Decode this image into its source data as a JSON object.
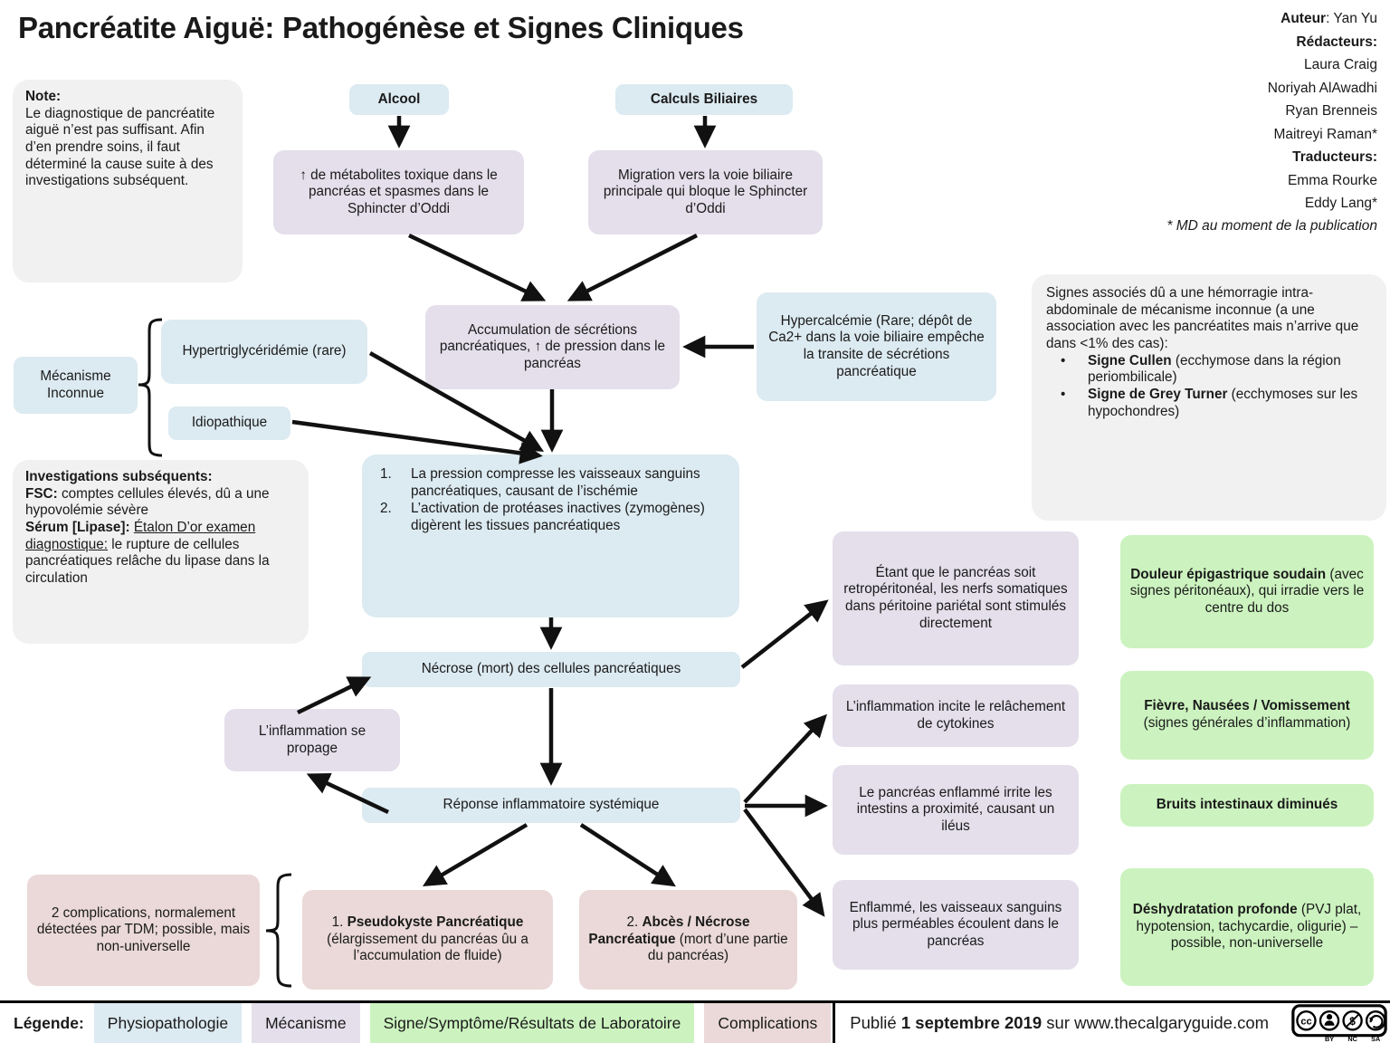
{
  "title": "Pancréatite Aiguë: Pathogénèse et Signes Cliniques",
  "credits": {
    "auteur_label": "Auteur",
    "auteur_value": ":  Yan Yu",
    "redacteurs_label": "Rédacteurs:",
    "redacteurs": [
      "Laura Craig",
      "Noriyah AlAwadhi",
      "Ryan Brenneis",
      "Maitreyi Raman*"
    ],
    "traducteurs_label": "Traducteurs:",
    "traducteurs": [
      "Emma Rourke",
      "Eddy Lang*"
    ],
    "footnote": "* MD au moment de la publication"
  },
  "note_box": {
    "title": "Note:",
    "body": "Le diagnostique de pancréatite aiguë n’est pas suffisant. Afin d’en prendre soins, il faut déterminé la cause suite à des investigations subséquent."
  },
  "etiologies": {
    "alcool": "Alcool",
    "calculs": "Calculs Biliaires",
    "metabolites": "↑ de métabolites toxique dans le pancréas et spasmes dans le Sphincter d’Oddi",
    "migration": "Migration vers la voie biliaire principale qui bloque le Sphincter d’Oddi",
    "hypercalcemie": "Hypercalcémie (Rare; dépôt de Ca2+ dans la voie biliaire empêche la transite de sécrétions pancréatique",
    "mecanisme_inconnue": "Mécanisme Inconnue",
    "hypertriglyceridemie": "Hypertriglycéridémie (rare)",
    "idiopathique": "Idiopathique"
  },
  "investigations": {
    "title": "Investigations subséquents:",
    "fsc_label": "FSC:",
    "fsc_text": " comptes cellules élevés, dû a une hypovolémie sévère",
    "serum_label": "Sérum [Lipase]: ",
    "serum_underlined": "Étalon D’or examen diagnostique:",
    "serum_text": " le rupture de cellules pancréatiques relâche du  lipase dans la circulation"
  },
  "signes_associes": {
    "intro": "Signes associés dû a une hémorragie intra-abdominale de mécanisme inconnue (a une association avec les pancréatites mais n’arrive que dans <1% des cas):",
    "bullets": [
      {
        "bullet": "•",
        "bold": "Signe Cullen",
        "rest": " (ecchymose dans la région periombilicale)"
      },
      {
        "bullet": "•",
        "bold": "Signe de Grey Turner",
        "rest": " (ecchymoses sur les hypochondres)"
      }
    ]
  },
  "pathway": {
    "accumulation": "Accumulation de sécrétions pancréatiques, ↑ de pression dans le pancréas",
    "cascade": [
      {
        "num": "1.",
        "text": "La pression compresse les vaisseaux sanguins pancréatiques, causant de l’ischémie"
      },
      {
        "num": "2.",
        "text": "L’activation de protéases inactives (zymogènes) digèrent les tissues pancréatiques"
      }
    ],
    "necrose": "Nécrose (mort) des cellules pancréatiques",
    "inflammation_propage": "L’inflammation se propage",
    "reponse": "Réponse inflammatoire systémique",
    "etant": "Étant que le pancréas soit retropéritonéal, les nerfs somatiques dans péritoine pariétal sont stimulés directement",
    "cytokines": "L’inflammation incite le relâchement de cytokines",
    "ileus": "Le pancréas enflammé irrite les intestins a proximité, causant  un iléus",
    "enflamme": "Enflammé, les vaisseaux sanguins plus perméables écoulent dans le pancréas"
  },
  "signes": {
    "douleur_bold": "Douleur épigastrique soudain",
    "douleur_rest": " (avec signes péritonéaux),  qui irradie vers le centre du dos",
    "fievre_bold": "Fièvre, Nausées / Vomissement",
    "fievre_rest": " (signes générales d’inflammation)",
    "bruits": "Bruits intestinaux diminués",
    "deshydratation_bold": "Déshydratation profonde",
    "deshydratation_rest": " (PVJ plat, hypotension, tachycardie, oligurie) – possible, non-universelle"
  },
  "complications": {
    "intro": "2 complications, normalement détectées par TDM; possible, mais non-universelle",
    "pseudokyste_num": "1. ",
    "pseudokyste_bold": "Pseudokyste Pancréatique",
    "pseudokyste_rest": " (élargissement du pancréas ûu a l’accumulation de fluide)",
    "abces_num": "2. ",
    "abces_bold": "Abcès / Nécrose Pancréatique",
    "abces_rest": " (mort d’une partie du pancréas)"
  },
  "footer": {
    "legend_label": "Légende:",
    "legend_items": [
      "Physiopathologie",
      "Mécanisme",
      "Signe/Symptôme/Résultats de Laboratoire",
      "Complications"
    ],
    "published_prefix": "Publié ",
    "published_date": "1 septembre 2019",
    "published_suffix": " sur www.thecalgaryguide.com",
    "cc_circle": "cc",
    "cc_labels": [
      "BY",
      "NC",
      "SA"
    ]
  },
  "palette": {
    "physiopathologie_blue": "#dceaf1",
    "mecanisme_purple": "#e4dfeb",
    "signe_green": "#ccf3bf",
    "complications_pink": "#ead9d8",
    "note_gray": "#f1f1f2",
    "arrow_black": "#111111"
  }
}
